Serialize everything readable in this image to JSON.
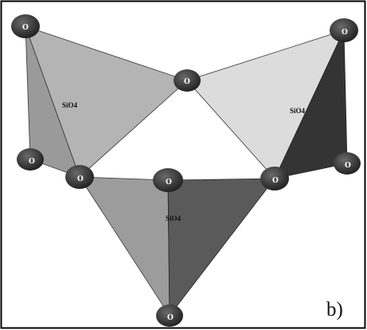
{
  "panel_label": "b)",
  "tetrahedra": [
    {
      "label": "SiO4"
    },
    {
      "label": "SiO4"
    },
    {
      "label": "SiO4"
    }
  ],
  "atoms": [
    {
      "label": "O"
    },
    {
      "label": "O"
    },
    {
      "label": "O"
    },
    {
      "label": "O"
    },
    {
      "label": "O"
    },
    {
      "label": "O"
    },
    {
      "label": "O"
    },
    {
      "label": "O"
    },
    {
      "label": "O"
    }
  ],
  "colors": {
    "face_light": "#d6d6d6",
    "face_mid": "#a9a9a9",
    "face_mid2": "#9a9a9a",
    "face_dark": "#575757",
    "face_darkest": "#333333",
    "atom": "#3c3c3c",
    "frame": "#000000"
  }
}
